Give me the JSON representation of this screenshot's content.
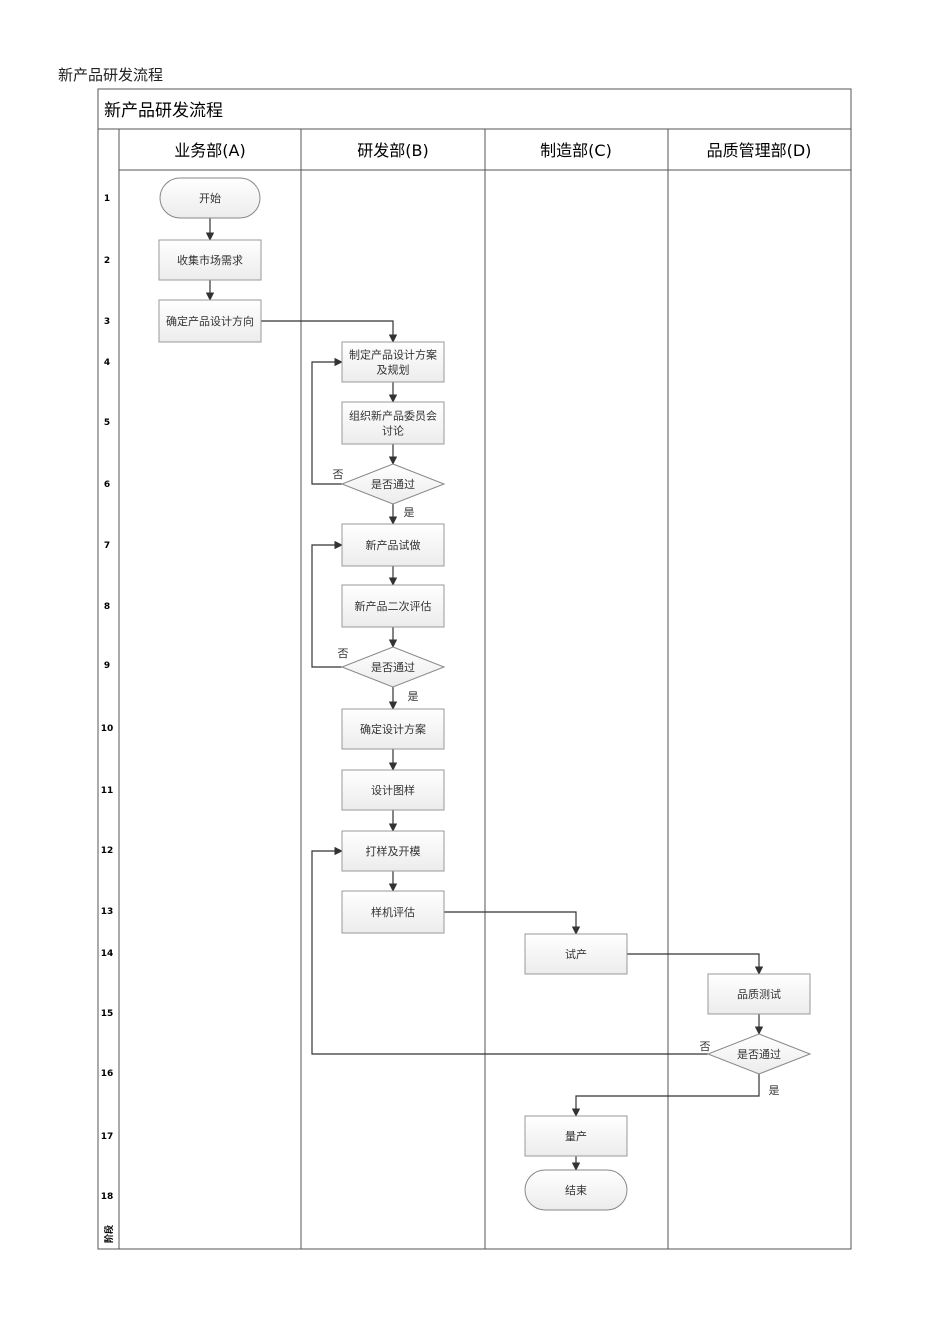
{
  "page_caption": "新产品研发流程",
  "diagram": {
    "title": "新产品研发流程",
    "phase_label": "阶段",
    "lanes": [
      {
        "id": "A",
        "title": "业务部(A)"
      },
      {
        "id": "B",
        "title": "研发部(B)"
      },
      {
        "id": "C",
        "title": "制造部(C)"
      },
      {
        "id": "D",
        "title": "品质管理部(D)"
      }
    ],
    "rows": [
      "1",
      "2",
      "3",
      "4",
      "5",
      "6",
      "7",
      "8",
      "9",
      "10",
      "11",
      "12",
      "13",
      "14",
      "15",
      "16",
      "17",
      "18"
    ],
    "nodes": [
      {
        "id": "start",
        "type": "terminal",
        "lines": [
          "开始"
        ]
      },
      {
        "id": "collect",
        "type": "process",
        "lines": [
          "收集市场需求"
        ]
      },
      {
        "id": "direction",
        "type": "process",
        "lines": [
          "确定产品设计方向"
        ]
      },
      {
        "id": "plan",
        "type": "process",
        "lines": [
          "制定产品设计方案",
          "及规划"
        ]
      },
      {
        "id": "committee",
        "type": "process",
        "lines": [
          "组织新产品委员会",
          "讨论"
        ]
      },
      {
        "id": "pass1",
        "type": "decision",
        "lines": [
          "是否通过"
        ]
      },
      {
        "id": "trial",
        "type": "process",
        "lines": [
          "新产品试做"
        ]
      },
      {
        "id": "eval2",
        "type": "process",
        "lines": [
          "新产品二次评估"
        ]
      },
      {
        "id": "pass2",
        "type": "decision",
        "lines": [
          "是否通过"
        ]
      },
      {
        "id": "confirm",
        "type": "process",
        "lines": [
          "确定设计方案"
        ]
      },
      {
        "id": "drawing",
        "type": "process",
        "lines": [
          "设计图样"
        ]
      },
      {
        "id": "mold",
        "type": "process",
        "lines": [
          "打样及开模"
        ]
      },
      {
        "id": "sampleeval",
        "type": "process",
        "lines": [
          "样机评估"
        ]
      },
      {
        "id": "pilot",
        "type": "process",
        "lines": [
          "试产"
        ]
      },
      {
        "id": "qtest",
        "type": "process",
        "lines": [
          "品质测试"
        ]
      },
      {
        "id": "pass3",
        "type": "decision",
        "lines": [
          "是否通过"
        ]
      },
      {
        "id": "mass",
        "type": "process",
        "lines": [
          "量产"
        ]
      },
      {
        "id": "end",
        "type": "terminal",
        "lines": [
          "结束"
        ]
      }
    ],
    "edges": [
      {
        "from": "start",
        "to": "collect",
        "label": ""
      },
      {
        "from": "collect",
        "to": "direction",
        "label": ""
      },
      {
        "from": "direction",
        "to": "plan",
        "label": ""
      },
      {
        "from": "plan",
        "to": "committee",
        "label": ""
      },
      {
        "from": "committee",
        "to": "pass1",
        "label": ""
      },
      {
        "from": "pass1",
        "to": "plan",
        "label": "否"
      },
      {
        "from": "pass1",
        "to": "trial",
        "label": "是"
      },
      {
        "from": "trial",
        "to": "eval2",
        "label": ""
      },
      {
        "from": "eval2",
        "to": "pass2",
        "label": ""
      },
      {
        "from": "pass2",
        "to": "trial",
        "label": "否"
      },
      {
        "from": "pass2",
        "to": "confirm",
        "label": "是"
      },
      {
        "from": "confirm",
        "to": "drawing",
        "label": ""
      },
      {
        "from": "drawing",
        "to": "mold",
        "label": ""
      },
      {
        "from": "mold",
        "to": "sampleeval",
        "label": ""
      },
      {
        "from": "sampleeval",
        "to": "pilot",
        "label": ""
      },
      {
        "from": "pilot",
        "to": "qtest",
        "label": ""
      },
      {
        "from": "qtest",
        "to": "pass3",
        "label": ""
      },
      {
        "from": "pass3",
        "to": "mold",
        "label": "否"
      },
      {
        "from": "pass3",
        "to": "mass",
        "label": "是"
      },
      {
        "from": "mass",
        "to": "end",
        "label": ""
      }
    ]
  }
}
